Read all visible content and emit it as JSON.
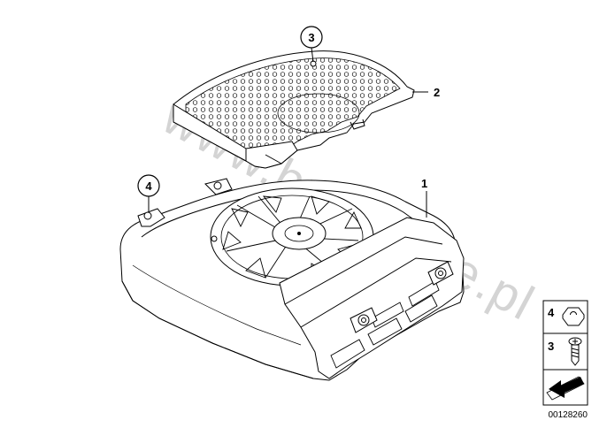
{
  "watermark": "www.bmwstore.pl",
  "callouts": {
    "grille_screw": "3",
    "cover": "2",
    "subwoofer_housing": "1",
    "mount_nut": "4"
  },
  "legend": {
    "nut": "4",
    "screw": "3"
  },
  "diagram_id": "00128260",
  "colors": {
    "line": "#000000",
    "background": "#ffffff",
    "watermark": "#d4d4d4"
  },
  "icons": [
    "hex-nut-icon",
    "screw-icon",
    "arrow-direction-icon"
  ]
}
